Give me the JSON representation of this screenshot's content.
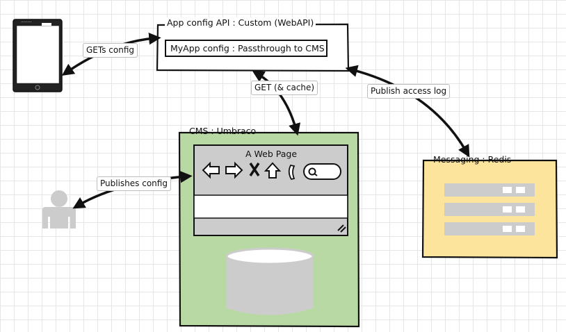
{
  "nodes": {
    "api": {
      "title": "App config API : Custom (WebAPI)",
      "inner": "MyApp config : Passthrough to CMS"
    },
    "cms": {
      "title": "CMS : Umbraco",
      "webpage_title": "A Web Page"
    },
    "messaging": {
      "title": "Messaging : Redis"
    },
    "phone": {
      "status": "········"
    }
  },
  "edges": {
    "gets_config": "GETs config",
    "get_cache": "GET (& cache)",
    "publish_access_log": "Publish access log",
    "publishes_config": "Publishes config"
  },
  "colors": {
    "cms_fill": "#b8d9a3",
    "messaging_fill": "#fce49c",
    "server_bar": "#cccccc",
    "db_fill": "#cccccc",
    "user_fill": "#cccccc",
    "stroke": "#111111"
  },
  "icons": [
    "mobile-phone-icon",
    "user-icon",
    "database-icon",
    "server-icon",
    "back-arrow-icon",
    "forward-arrow-icon",
    "stop-icon",
    "home-icon",
    "refresh-icon",
    "search-icon",
    "resize-grip-icon"
  ]
}
